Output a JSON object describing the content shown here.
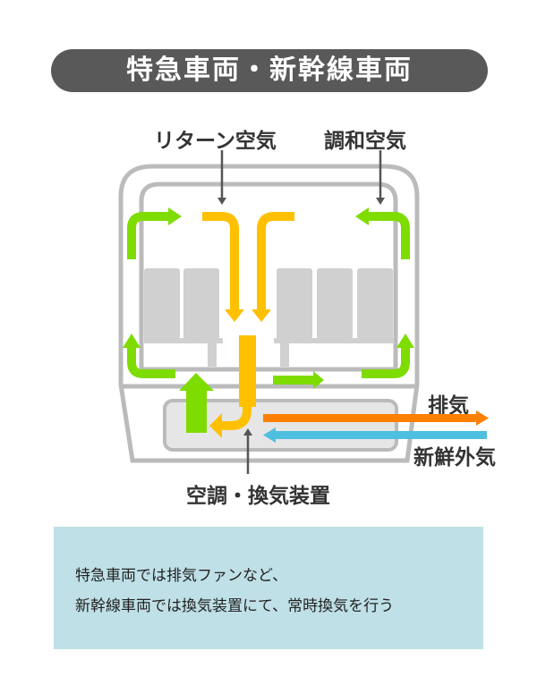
{
  "title": "特急車両・新幹線車両",
  "labels": {
    "return_air": "リターン空気",
    "conditioned_air": "調和空気",
    "exhaust": "排気",
    "fresh_air": "新鮮外気",
    "ac_unit": "空調・換気装置"
  },
  "note": {
    "line1": "特急車両では排気ファンなど、",
    "line2": "新幹線車両では換気装置にて、常時換気を行う"
  },
  "colors": {
    "return_air": "#ffc000",
    "conditioned_air": "#7edc00",
    "exhaust": "#ff8000",
    "fresh_air": "#4fbfe0",
    "body": "#bbbbbb",
    "note_bg": "#bfe0e6"
  }
}
